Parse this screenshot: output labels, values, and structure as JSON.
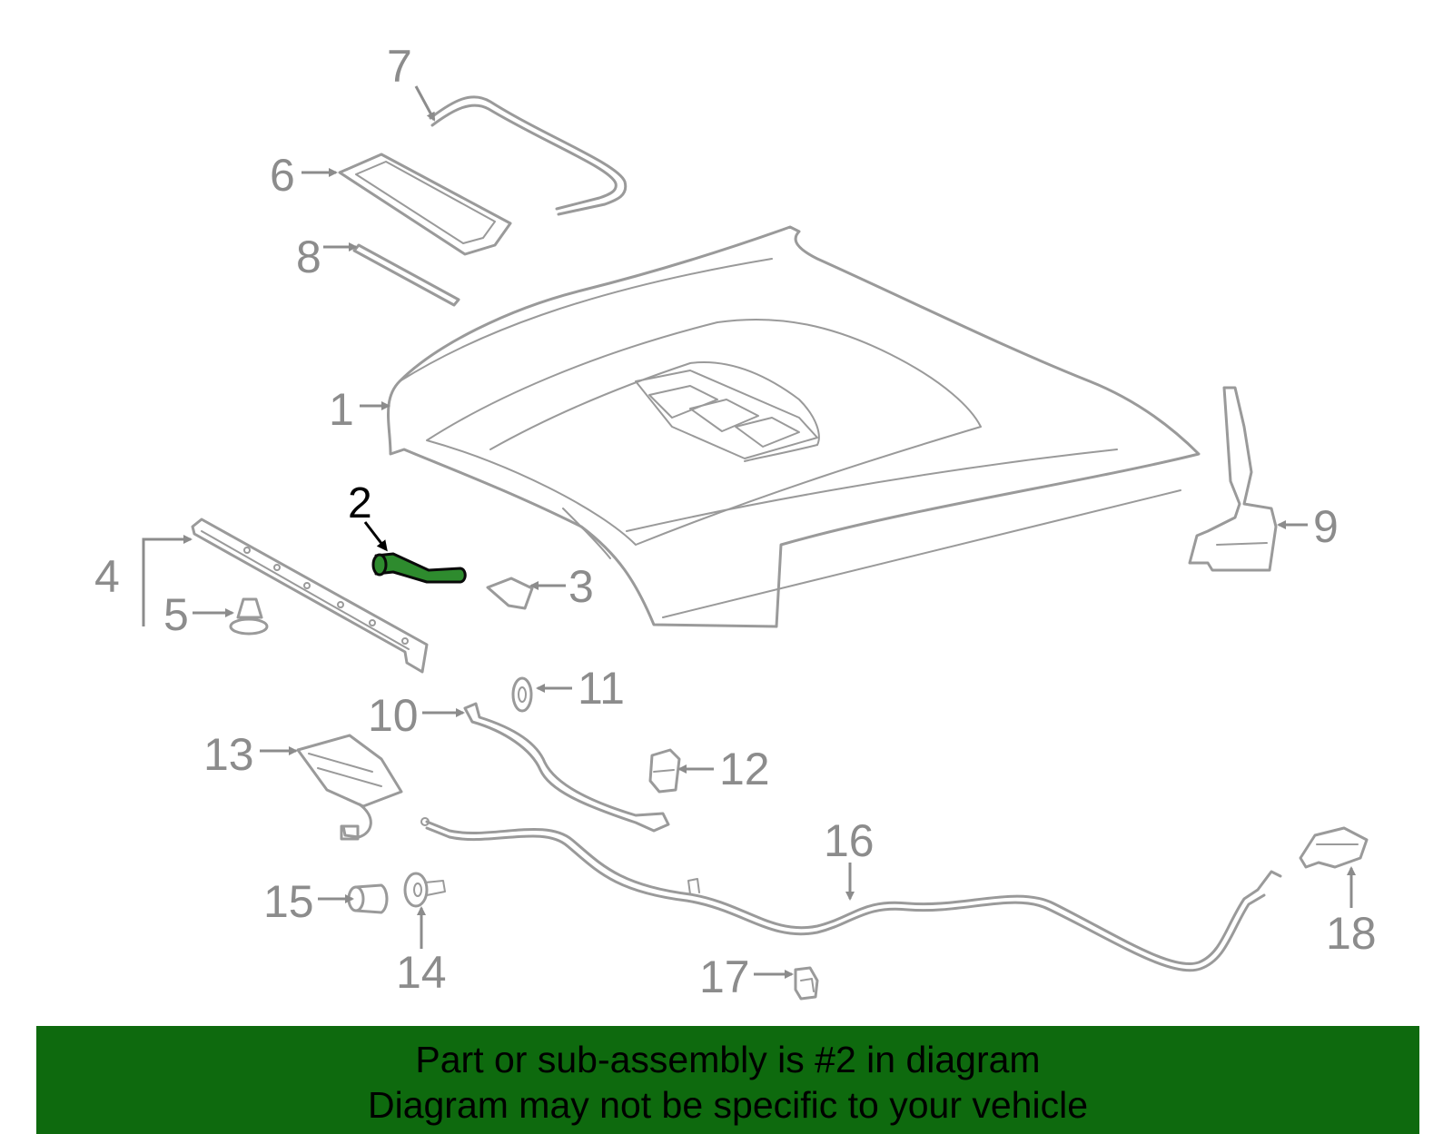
{
  "banner": {
    "line1": "Part or sub-assembly is #2 in diagram",
    "line2": "Diagram may not be specific to your vehicle"
  },
  "highlighted_part": "2",
  "colors": {
    "banner_bg": "#0e6a0e",
    "highlight_fill": "#2e8b2e",
    "part_stroke": "#9a9a9a",
    "callout_text": "#8c8c8c"
  },
  "callouts": {
    "c1": "1",
    "c2": "2",
    "c3": "3",
    "c4": "4",
    "c5": "5",
    "c6": "6",
    "c7": "7",
    "c8": "8",
    "c9": "9",
    "c10": "10",
    "c11": "11",
    "c12": "12",
    "c13": "13",
    "c14": "14",
    "c15": "15",
    "c16": "16",
    "c17": "17",
    "c18": "18"
  }
}
